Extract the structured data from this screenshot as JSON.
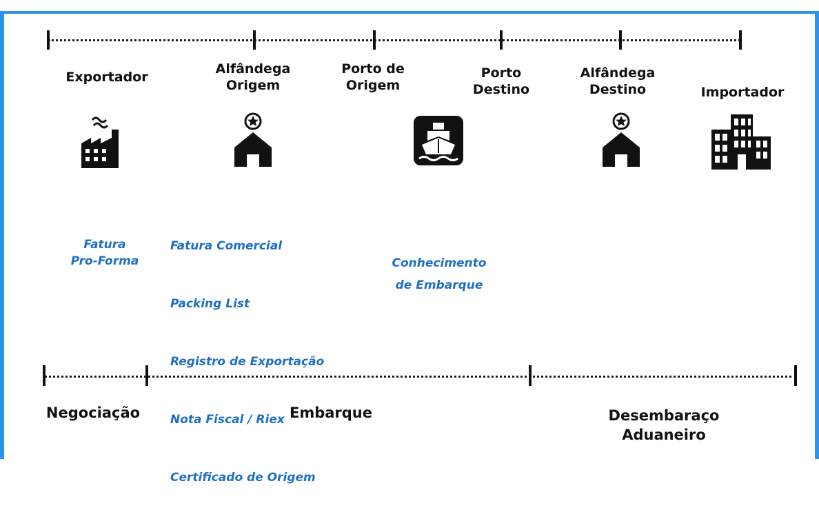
{
  "stages": [
    {
      "label": "Exportador",
      "icon": "factory-icon"
    },
    {
      "label": "Alfândega\nOrigem",
      "icon": "customs-house-icon"
    },
    {
      "label": "Porto de\nOrigem",
      "icon": "ship-icon"
    },
    {
      "label": "Porto\nDestino",
      "icon": ""
    },
    {
      "label": "Alfândega\nDestino",
      "icon": "customs-house-icon"
    },
    {
      "label": "Importador",
      "icon": "office-building-icon"
    }
  ],
  "documents": {
    "exporter": "Fatura\nPro-Forma",
    "customs_origin": [
      "Fatura Comercial",
      "Packing List",
      "Registro de Exportação",
      "Nota Fiscal / Riex",
      "Certificado de Origem"
    ],
    "port_origin": "Conhecimento\nde Embarque"
  },
  "phases": [
    {
      "label": "Negociação"
    },
    {
      "label": "Embarque"
    },
    {
      "label": "Desembaraço\nAduaneiro"
    }
  ],
  "colors": {
    "frame": "#2b93ea",
    "document_text": "#1f6fc4",
    "timeline": "#111111"
  }
}
